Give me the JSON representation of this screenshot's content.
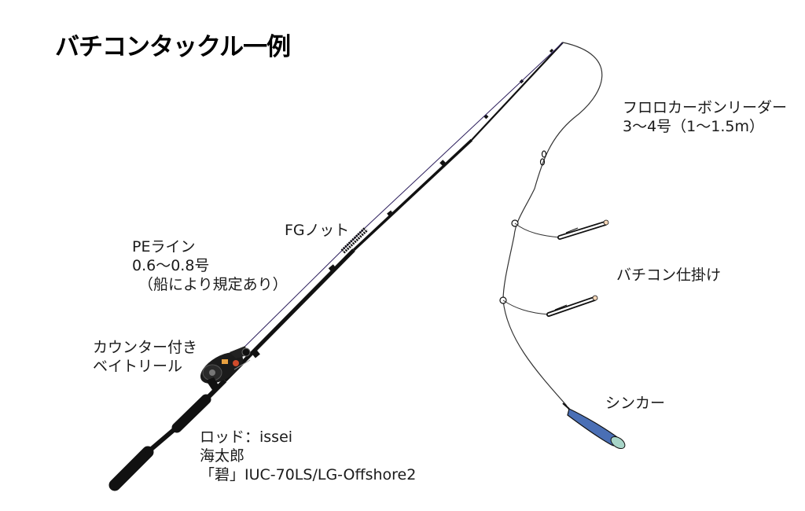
{
  "title": "バチコンタックル一例",
  "labels": {
    "pe_line": [
      "PEライン",
      "0.6〜0.8号",
      "（船により規定あり）"
    ],
    "fg_knot": "FGノット",
    "reel": [
      "カウンター付き",
      "ベイトリール"
    ],
    "rod": [
      "ロッド：issei",
      "海太郎",
      "「碧」IUC-70LS/LG-Offshore2"
    ],
    "leader": [
      "フロロカーボンリーダー",
      "3〜4号（1〜1.5m）"
    ],
    "rig": "バチコン仕掛け",
    "sinker": "シンカー"
  },
  "colors": {
    "rod": "#111111",
    "line": "#333333",
    "sinker": "#4a6fb5",
    "sinker_tip": "#a8d5c8",
    "hook_bait": "#f4d6b8"
  },
  "icons": [
    "fishing-rod-icon",
    "bait-reel-icon",
    "sinker-icon",
    "hook-icon"
  ]
}
